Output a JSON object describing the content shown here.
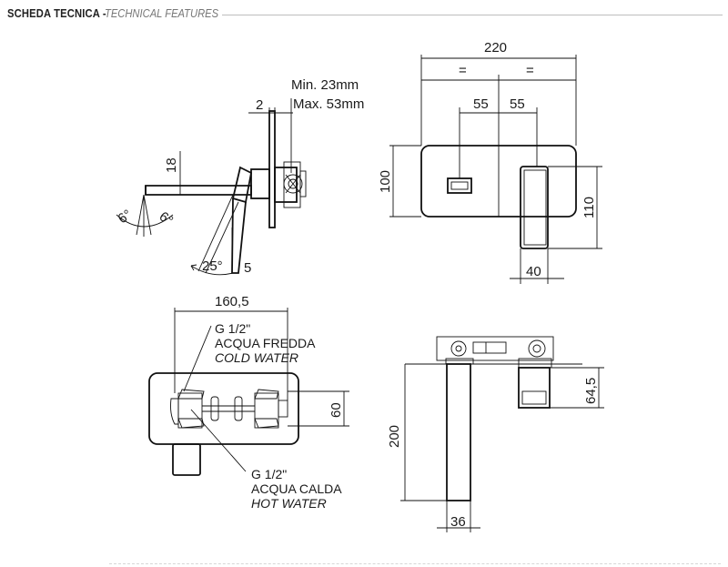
{
  "header": {
    "title": "SCHEDA TECNICA",
    "separator": "-",
    "subtitle": "TECHNICAL FEATURES"
  },
  "side_view": {
    "min_depth": "Min. 23mm",
    "max_depth": "Max. 53mm",
    "plate_thickness": "2",
    "spout_height": "18",
    "angle_left": "6°",
    "angle_right": "6°",
    "lever_angle": "25°",
    "lever_offset": "5"
  },
  "front_view": {
    "width_total": "220",
    "equal_left": "=",
    "equal_right": "=",
    "offset_left": "55",
    "offset_right": "55",
    "height_plate": "100",
    "height_lever": "110",
    "lever_width": "40"
  },
  "top_view": {
    "length": "160,5",
    "thread_cold": "G 1/2\"",
    "cold_it": "ACQUA FREDDA",
    "cold_en": "COLD WATER",
    "thread_hot": "G 1/2\"",
    "hot_it": "ACQUA CALDA",
    "hot_en": "HOT WATER",
    "body_height": "60"
  },
  "bottom_view": {
    "spout_length": "200",
    "spout_width": "36",
    "box_height": "64,5"
  }
}
